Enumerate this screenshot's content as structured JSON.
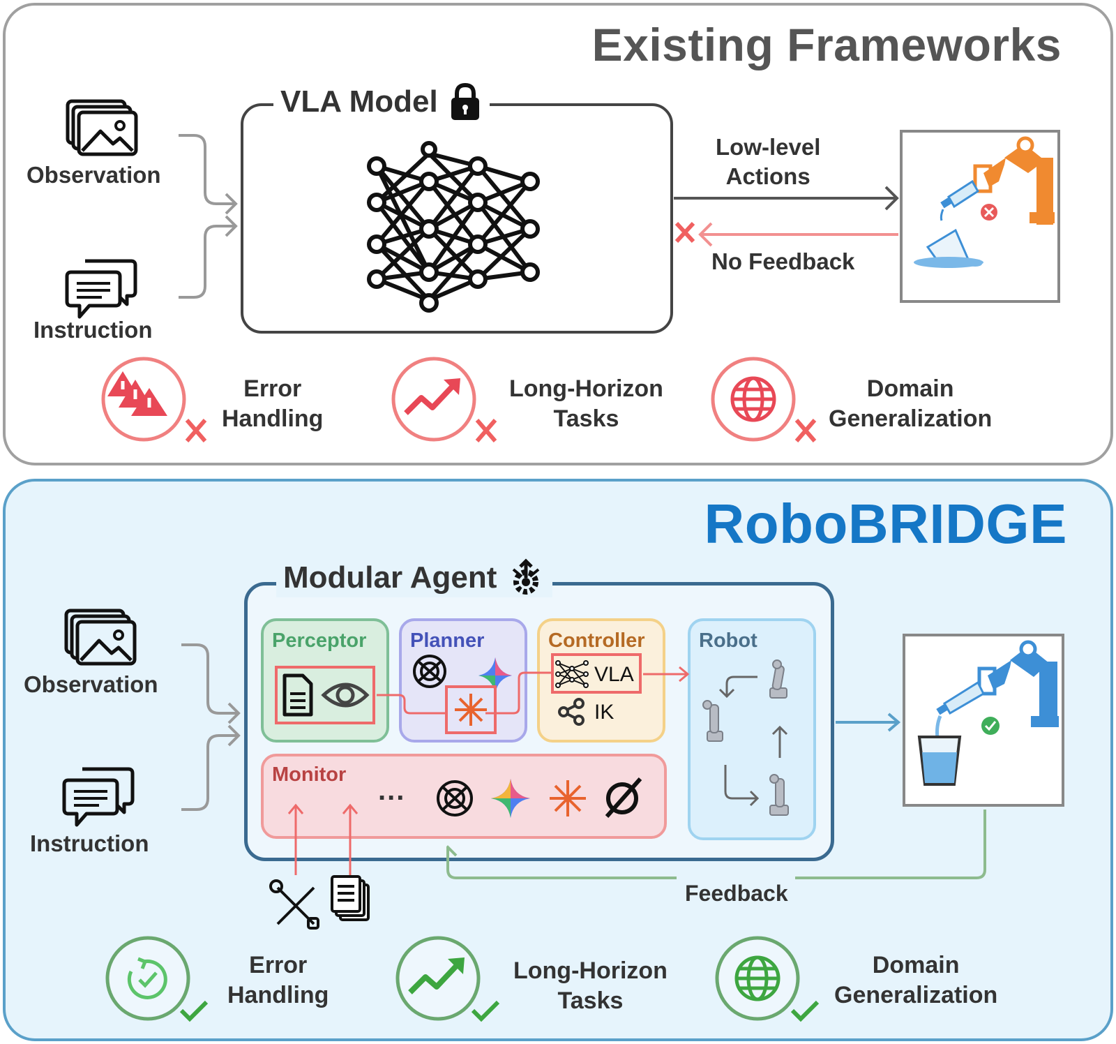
{
  "top": {
    "title": "Existing Frameworks",
    "model_title": "VLA Model",
    "inputs": [
      "Observation",
      "Instruction"
    ],
    "actions_label_line1": "Low-level",
    "actions_label_line2": "Actions",
    "feedback_label": "No Feedback",
    "features": [
      {
        "line1": "Error",
        "line2": "Handling",
        "status": "unsupported"
      },
      {
        "line1": "Long-Horizon",
        "line2": "Tasks",
        "status": "unsupported"
      },
      {
        "line1": "Domain",
        "line2": "Generalization",
        "status": "unsupported"
      }
    ]
  },
  "bottom": {
    "title": "RoboBRIDGE",
    "agent_title": "Modular Agent",
    "inputs": [
      "Observation",
      "Instruction"
    ],
    "modules": {
      "perceptor": "Perceptor",
      "planner": "Planner",
      "controller": "Controller",
      "robot": "Robot",
      "monitor": "Monitor"
    },
    "controller_options": [
      "VLA",
      "IK"
    ],
    "monitor_ellipsis": "...",
    "feedback_label": "Feedback",
    "features": [
      {
        "line1": "Error",
        "line2": "Handling",
        "status": "supported"
      },
      {
        "line1": "Long-Horizon",
        "line2": "Tasks",
        "status": "supported"
      },
      {
        "line1": "Domain",
        "line2": "Generalization",
        "status": "supported"
      }
    ]
  },
  "colors": {
    "top_border": "#a0a0a0",
    "bottom_border": "#5aa0c9",
    "bottom_bg": "#e6f4fc",
    "brand_blue": "#1577c6",
    "error_red": "#f07070",
    "success_green": "#6aa86f",
    "robot_orange": "#f08a30",
    "robot_blue": "#3d8fd6"
  }
}
